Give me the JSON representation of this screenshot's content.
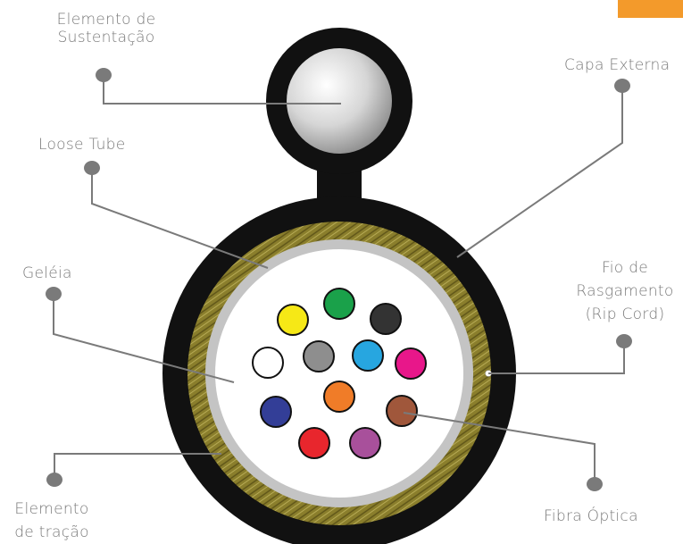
{
  "labels": {
    "elemento_sustentacao": [
      "Elemento de",
      "Sustentação"
    ],
    "capa_externa": "Capa Externa",
    "loose_tube": "Loose Tube",
    "geleia": "Geléia",
    "fio_rasgamento": [
      "Fio de",
      "Rasgamento",
      "(Rip Cord)"
    ],
    "elemento_tracao": [
      "Elemento",
      "de tração"
    ],
    "fibra_optica": "Fibra Óptica"
  },
  "colors": {
    "label_text": "#7a7a7a",
    "leader": "#7a7a7a",
    "jacket": "#111111",
    "messenger_core": "#d8d8d8",
    "aramid": "#8a7e2c",
    "tube_wall": "#c4c4c4",
    "gel": "#ffffff",
    "corner_tab": "#f39a2b"
  },
  "fibers": [
    {
      "color": "#f6e816",
      "name": "amarela"
    },
    {
      "color": "#1aa14a",
      "name": "verde"
    },
    {
      "color": "#333333",
      "name": "preta"
    },
    {
      "color": "#ffffff",
      "name": "branca"
    },
    {
      "color": "#8e8e8e",
      "name": "cinza"
    },
    {
      "color": "#27a6e0",
      "name": "azul-clara"
    },
    {
      "color": "#e8178a",
      "name": "rosa"
    },
    {
      "color": "#333e97",
      "name": "azul"
    },
    {
      "color": "#f07c28",
      "name": "laranja"
    },
    {
      "color": "#a0573b",
      "name": "marrom"
    },
    {
      "color": "#e8262d",
      "name": "vermelha"
    },
    {
      "color": "#a8509b",
      "name": "violeta"
    }
  ]
}
